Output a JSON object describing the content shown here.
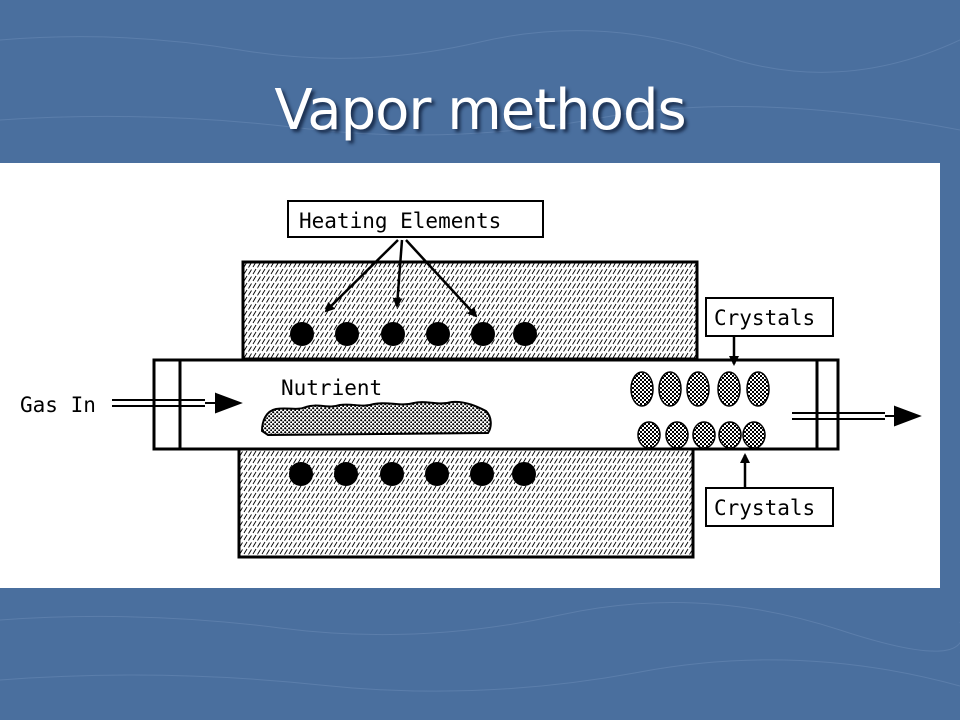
{
  "slide": {
    "title": "Vapor methods"
  },
  "diagram": {
    "heating_label": "Heating Elements",
    "crystals_label_top": "Crystals",
    "crystals_label_bottom": "Crystals",
    "nutrient_label": "Nutrient",
    "gas_in_label": "Gas In"
  },
  "colors": {
    "background": "#4a6f9e",
    "panel": "#ffffff",
    "ink": "#000000",
    "title": "#ffffff"
  }
}
